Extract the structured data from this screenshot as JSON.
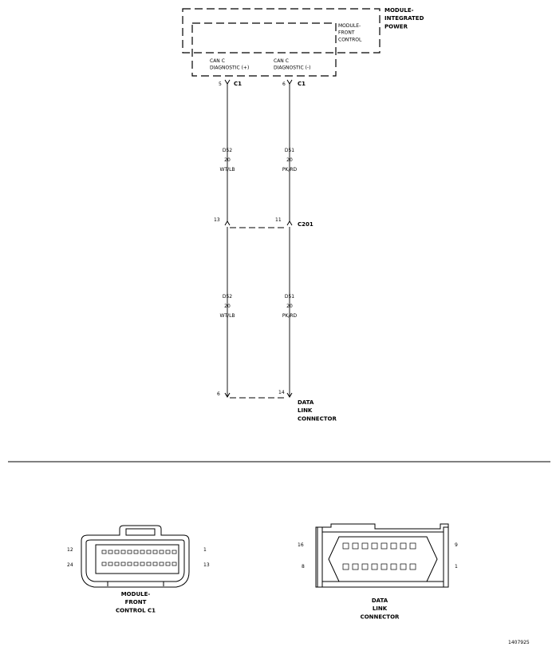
{
  "modules": {
    "integrated_power": "MODULE-\nINTEGRATED\nPOWER",
    "front_control": "MODULE-\nFRONT\nCONTROL"
  },
  "pins_top": [
    {
      "circuit_label": "CAN C\nDIAGNOSTIC (+)",
      "pin": "5",
      "connector": "C1"
    },
    {
      "circuit_label": "CAN C\nDIAGNOSTIC (-)",
      "pin": "6",
      "connector": "C1"
    }
  ],
  "wires": [
    {
      "circuit": "D52",
      "gauge": "20",
      "color": "WT/LB"
    },
    {
      "circuit": "D51",
      "gauge": "20",
      "color": "PK/RD"
    }
  ],
  "inline_connector": {
    "name": "C201",
    "pins": [
      "13",
      "11"
    ]
  },
  "wires_lower": [
    {
      "circuit": "D52",
      "gauge": "20",
      "color": "WT/LB"
    },
    {
      "circuit": "D51",
      "gauge": "20",
      "color": "PK/RD"
    }
  ],
  "dlc": {
    "name": "DATA\nLINK\nCONNECTOR",
    "pins": [
      "6",
      "14"
    ]
  },
  "connector_views": {
    "fcm": {
      "label": "MODULE-\nFRONT\nCONTROL C1",
      "pins_left": [
        "12",
        "24"
      ],
      "pins_right": [
        "1",
        "13"
      ]
    },
    "dlc": {
      "label": "DATA\nLINK\nCONNECTOR",
      "pins_left": [
        "16",
        "8"
      ],
      "pins_right": [
        "9",
        "1"
      ]
    }
  },
  "figure_id": "1407925"
}
